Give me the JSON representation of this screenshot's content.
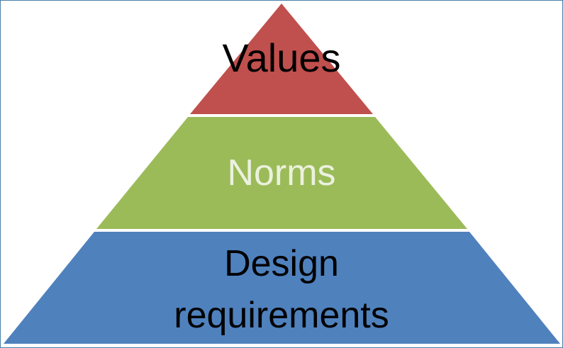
{
  "pyramid": {
    "tiers": [
      {
        "label_lines": [
          "Values"
        ],
        "fill": "#c0504d",
        "text_color": "#000000"
      },
      {
        "label_lines": [
          "Norms"
        ],
        "fill": "#9bbb59",
        "text_color": "#ebf1de"
      },
      {
        "label_lines": [
          "Design",
          "requirements"
        ],
        "fill": "#4f81bd",
        "text_color": "#000000"
      }
    ],
    "frame_color": "#4a7fa8"
  }
}
